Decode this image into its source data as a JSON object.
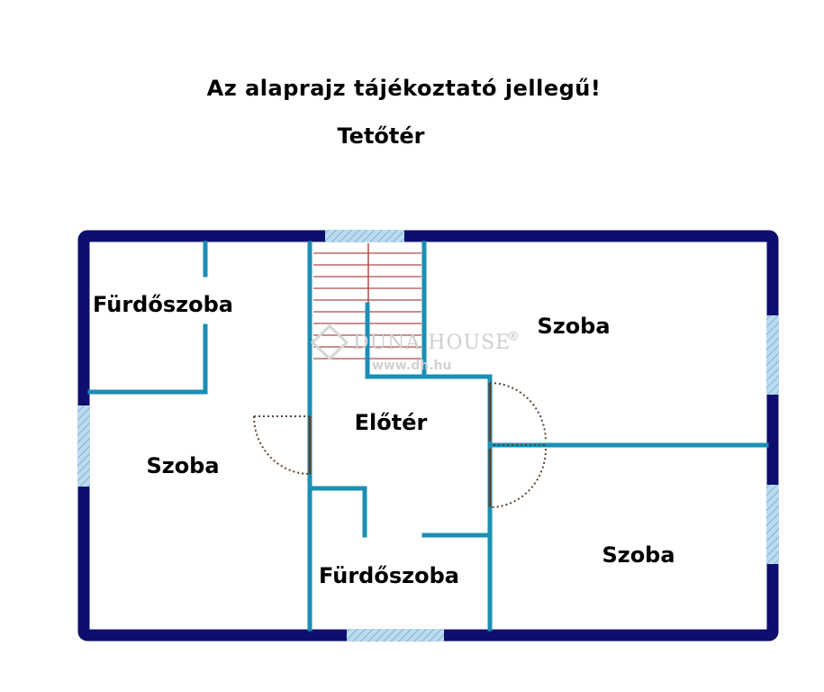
{
  "header": {
    "notice": "Az alaprajz tájékoztató jellegű!",
    "floor": "Tetőtér"
  },
  "rooms": {
    "bathroom_top_left": "Fürdőszoba",
    "room_left": "Szoba",
    "hall": "Előtér",
    "bathroom_bottom": "Fürdőszoba",
    "room_top_right": "Szoba",
    "room_bottom_right": "Szoba"
  },
  "watermark": {
    "brand": "DUNA HOUSE",
    "registered": "®",
    "url": "www.dh.hu"
  },
  "colors": {
    "outer_wall": "#0e0e6e",
    "inner_wall": "#1a8fb4",
    "window": "#9cc8e4",
    "stairs": "#b04a4a",
    "door": "#5a4436"
  }
}
